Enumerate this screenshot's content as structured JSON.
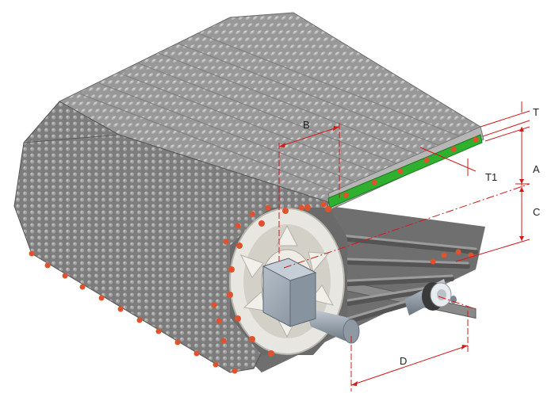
{
  "labels": {
    "T": "T",
    "A": "A",
    "C": "C",
    "T1": "T1",
    "B": "B",
    "D": "D"
  },
  "colors": {
    "belt_top": "#9a9a9a",
    "belt_side": "#7d7d7d",
    "belt_dark": "#5f5f5f",
    "knob": "#b4b4b4",
    "pin": "#e0522e",
    "sprocket": "#e8e6e0",
    "shaft": "#9aa3ad",
    "hub": "#a6b0bb",
    "green_insert": "#2fb02f",
    "dim_line": "#d21a1a",
    "dim_text": "#222222"
  }
}
